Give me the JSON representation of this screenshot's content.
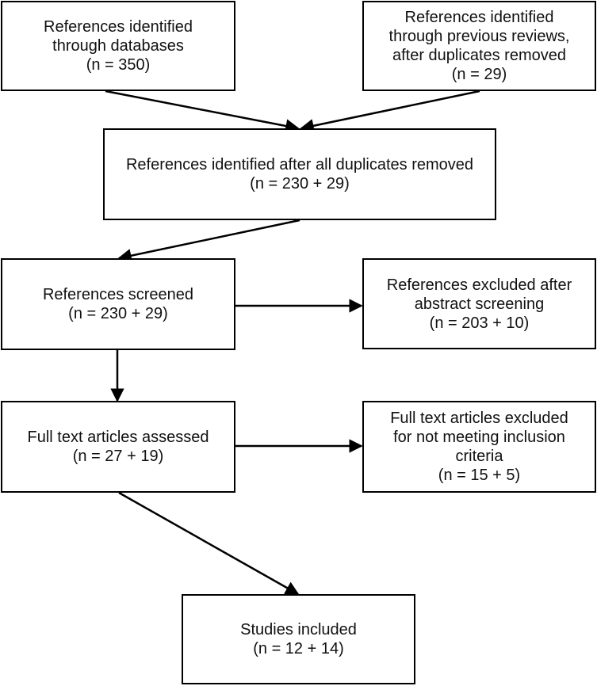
{
  "boxes": {
    "databases": {
      "lines": [
        "References identified",
        "through databases",
        "(n = 350)"
      ]
    },
    "previous_reviews": {
      "lines": [
        "References identified",
        "through previous reviews,",
        "after duplicates removed",
        "(n = 29)"
      ]
    },
    "after_duplicates": {
      "lines": [
        "References identified after all duplicates removed",
        "(n = 230 + 29)"
      ]
    },
    "screened": {
      "lines": [
        "References screened",
        "(n = 230 + 29)"
      ]
    },
    "excluded_abstract": {
      "lines": [
        "References excluded after",
        "abstract screening",
        "(n = 203 + 10)"
      ]
    },
    "full_text_assessed": {
      "lines": [
        "Full text articles assessed",
        "(n = 27 + 19)"
      ]
    },
    "full_text_excluded": {
      "lines": [
        "Full text articles excluded",
        "for not meeting inclusion",
        "criteria",
        "(n = 15 + 5)"
      ]
    },
    "included": {
      "lines": [
        "Studies included",
        "(n = 12 + 14)"
      ]
    }
  },
  "colors": {
    "stroke": "#000000",
    "text": "#111111",
    "background": "#ffffff"
  }
}
